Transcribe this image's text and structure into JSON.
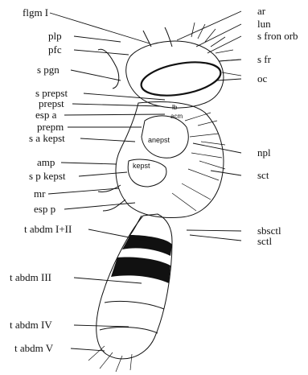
{
  "diagram": {
    "left_labels": [
      {
        "id": "flgm-i",
        "text": "flgm I"
      },
      {
        "id": "plp",
        "text": "plp"
      },
      {
        "id": "pfc",
        "text": "pfc"
      },
      {
        "id": "s-pgn",
        "text": "s pgn"
      },
      {
        "id": "s-prepst",
        "text": "s prepst"
      },
      {
        "id": "prepst",
        "text": "prepst"
      },
      {
        "id": "esp-a",
        "text": "esp a"
      },
      {
        "id": "prepm",
        "text": "prepm"
      },
      {
        "id": "s-a-kepst",
        "text": "s a kepst"
      },
      {
        "id": "amp",
        "text": "amp"
      },
      {
        "id": "s-p-kepst",
        "text": "s p kepst"
      },
      {
        "id": "mr",
        "text": "mr"
      },
      {
        "id": "esp-p",
        "text": "esp p"
      },
      {
        "id": "t-abdm-i-ii",
        "text": "t abdm I+II"
      },
      {
        "id": "t-abdm-iii",
        "text": "t abdm III"
      },
      {
        "id": "t-abdm-iv",
        "text": "t abdm IV"
      },
      {
        "id": "t-abdm-v",
        "text": "t abdm V"
      }
    ],
    "right_labels": [
      {
        "id": "ar",
        "text": "ar"
      },
      {
        "id": "lun",
        "text": "lun"
      },
      {
        "id": "s-fron-orb",
        "text": "s fron orb"
      },
      {
        "id": "s-fr",
        "text": "s fr"
      },
      {
        "id": "oc",
        "text": "oc"
      },
      {
        "id": "npl",
        "text": "npl"
      },
      {
        "id": "sct",
        "text": "sct"
      },
      {
        "id": "sbsctl",
        "text": "sbsctl"
      },
      {
        "id": "sctl",
        "text": "sctl"
      }
    ],
    "inner_labels": [
      {
        "id": "lb",
        "text": "lb"
      },
      {
        "id": "acm",
        "text": "acm"
      },
      {
        "id": "anepst",
        "text": "anepst"
      },
      {
        "id": "kepst",
        "text": "kepst"
      }
    ]
  }
}
